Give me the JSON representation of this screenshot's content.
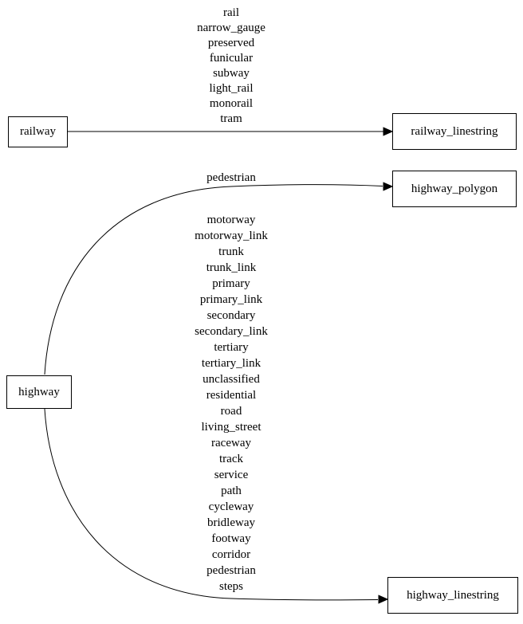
{
  "diagram": {
    "background_color": "#ffffff",
    "line_color": "#000000",
    "nodes": [
      {
        "id": "railway",
        "label": "railway"
      },
      {
        "id": "railway_linestring",
        "label": "railway_linestring"
      },
      {
        "id": "highway",
        "label": "highway"
      },
      {
        "id": "highway_polygon",
        "label": "highway_polygon"
      },
      {
        "id": "highway_linestring",
        "label": "highway_linestring"
      }
    ],
    "edges": [
      {
        "from": "railway",
        "to": "railway_linestring",
        "labels": [
          "rail",
          "narrow_gauge",
          "preserved",
          "funicular",
          "subway",
          "light_rail",
          "monorail",
          "tram"
        ]
      },
      {
        "from": "highway",
        "to": "highway_polygon",
        "labels": [
          "pedestrian"
        ]
      },
      {
        "from": "highway",
        "to": "highway_linestring",
        "labels": [
          "motorway",
          "motorway_link",
          "trunk",
          "trunk_link",
          "primary",
          "primary_link",
          "secondary",
          "secondary_link",
          "tertiary",
          "tertiary_link",
          "unclassified",
          "residential",
          "road",
          "living_street",
          "raceway",
          "track",
          "service",
          "path",
          "cycleway",
          "bridleway",
          "footway",
          "corridor",
          "pedestrian",
          "steps"
        ]
      }
    ]
  }
}
